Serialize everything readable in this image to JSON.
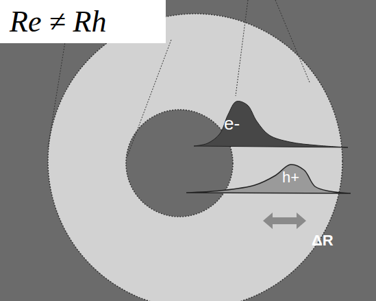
{
  "diagram": {
    "nodes": [
      {
        "text": [
          "Re ≠ Rh"
        ]
      },
      {
        "text": [
          "e-"
        ]
      },
      {
        "text": [
          "h+"
        ]
      }
    ],
    "edges": [],
    "labels": [
      "ΔR"
    ]
  }
}
